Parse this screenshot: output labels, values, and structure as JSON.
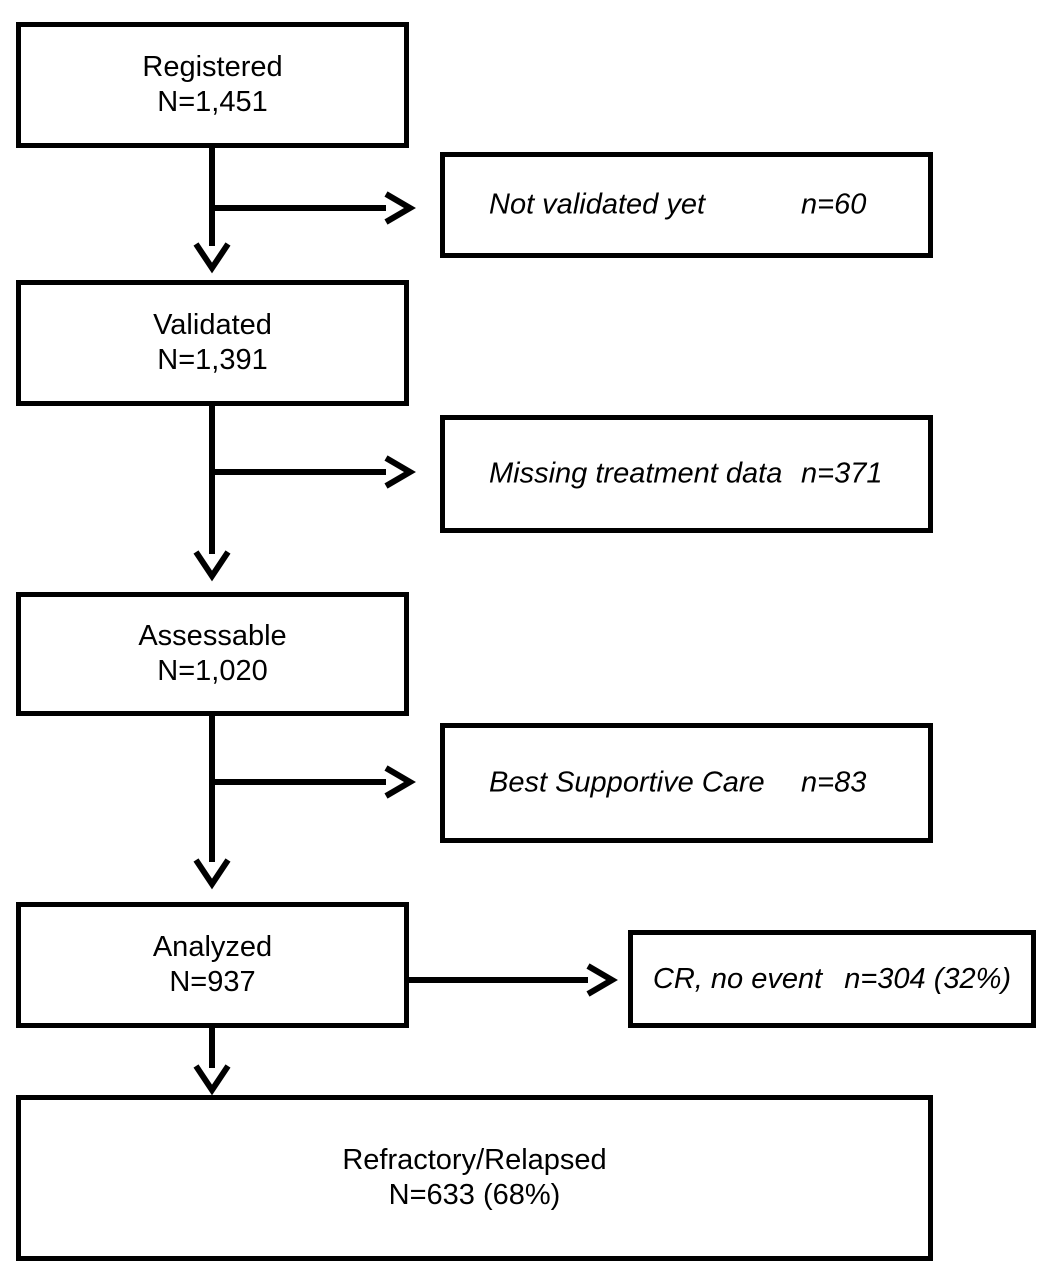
{
  "diagram": {
    "colors": {
      "background": "#ffffff",
      "line": "#000000",
      "text": "#000000"
    },
    "boxes": {
      "registered": {
        "title": "Registered",
        "count": "N=1,451"
      },
      "validated": {
        "title": "Validated",
        "count": "N=1,391"
      },
      "assessable": {
        "title": "Assessable",
        "count": "N=1,020"
      },
      "analyzed": {
        "title": "Analyzed",
        "count": "N=937"
      },
      "refractory_relapsed": {
        "title": "Refractory/Relapsed",
        "count": "N=633 (68%)"
      }
    },
    "exclusions": {
      "not_validated": {
        "label": "Not validated yet",
        "value": "n=60"
      },
      "missing_treatment": {
        "label": "Missing treatment data",
        "value": "n=371"
      },
      "best_supportive_care": {
        "label": "Best Supportive Care",
        "value": "n=83"
      },
      "cr_no_event": {
        "label": "CR, no event",
        "value": "n=304 (32%)"
      }
    }
  }
}
